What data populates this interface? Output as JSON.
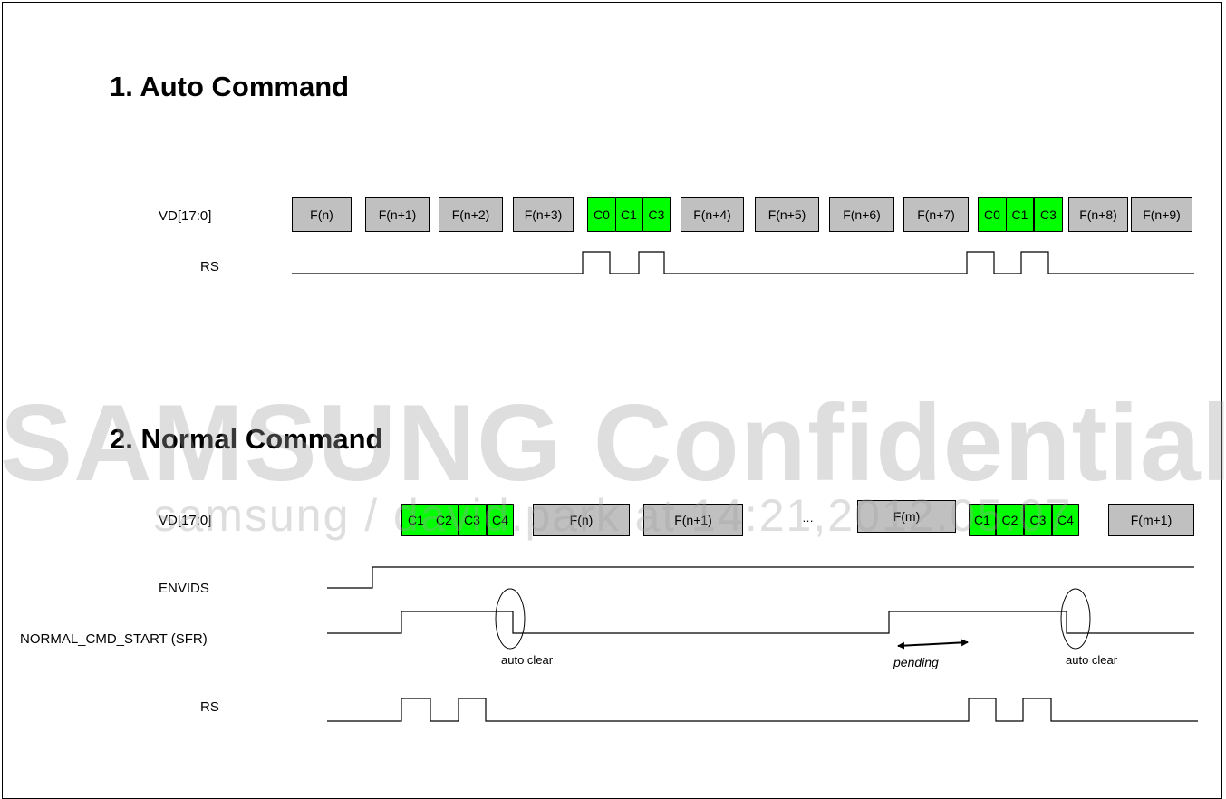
{
  "section1": {
    "title": "1. Auto Command",
    "vd_label": "VD[17:0]",
    "rs_label": "RS",
    "blocks": [
      {
        "text": "F(n)",
        "type": "frame"
      },
      {
        "text": "F(n+1)",
        "type": "frame"
      },
      {
        "text": "F(n+2)",
        "type": "frame"
      },
      {
        "text": "F(n+3)",
        "type": "frame"
      },
      {
        "text": "C0",
        "type": "cmd"
      },
      {
        "text": "C1",
        "type": "cmd"
      },
      {
        "text": "C3",
        "type": "cmd"
      },
      {
        "text": "F(n+4)",
        "type": "frame"
      },
      {
        "text": "F(n+5)",
        "type": "frame"
      },
      {
        "text": "F(n+6)",
        "type": "frame"
      },
      {
        "text": "F(n+7)",
        "type": "frame"
      },
      {
        "text": "C0",
        "type": "cmd"
      },
      {
        "text": "C1",
        "type": "cmd"
      },
      {
        "text": "C3",
        "type": "cmd"
      },
      {
        "text": "F(n+8)",
        "type": "frame"
      },
      {
        "text": "F(n+9)",
        "type": "frame"
      }
    ]
  },
  "section2": {
    "title": "2. Normal Command",
    "vd_label": "VD[17:0]",
    "envids_label": "ENVIDS",
    "normal_cmd_label": "NORMAL_CMD_START (SFR)",
    "rs_label": "RS",
    "blocks": [
      {
        "text": "C1",
        "type": "cmd"
      },
      {
        "text": "C2",
        "type": "cmd"
      },
      {
        "text": "C3",
        "type": "cmd"
      },
      {
        "text": "C4",
        "type": "cmd"
      },
      {
        "text": "F(n)",
        "type": "frame"
      },
      {
        "text": "F(n+1)",
        "type": "frame"
      },
      {
        "text": "…",
        "type": "ellipsis"
      },
      {
        "text": "F(m)",
        "type": "frame"
      },
      {
        "text": "C1",
        "type": "cmd"
      },
      {
        "text": "C2",
        "type": "cmd"
      },
      {
        "text": "C3",
        "type": "cmd"
      },
      {
        "text": "C4",
        "type": "cmd"
      },
      {
        "text": "F(m+1)",
        "type": "frame"
      }
    ],
    "auto_clear_1": "auto clear",
    "auto_clear_2": "auto clear",
    "pending": "pending"
  },
  "watermark": {
    "line1": "SAMSUNG Confidential",
    "line2": "samsung / david.park at 14:21,2012.05.07"
  },
  "colors": {
    "frame_fill": "#c0c0c0",
    "cmd_fill": "#00ff00",
    "line": "#000000",
    "watermark": "#a0a0a0"
  }
}
